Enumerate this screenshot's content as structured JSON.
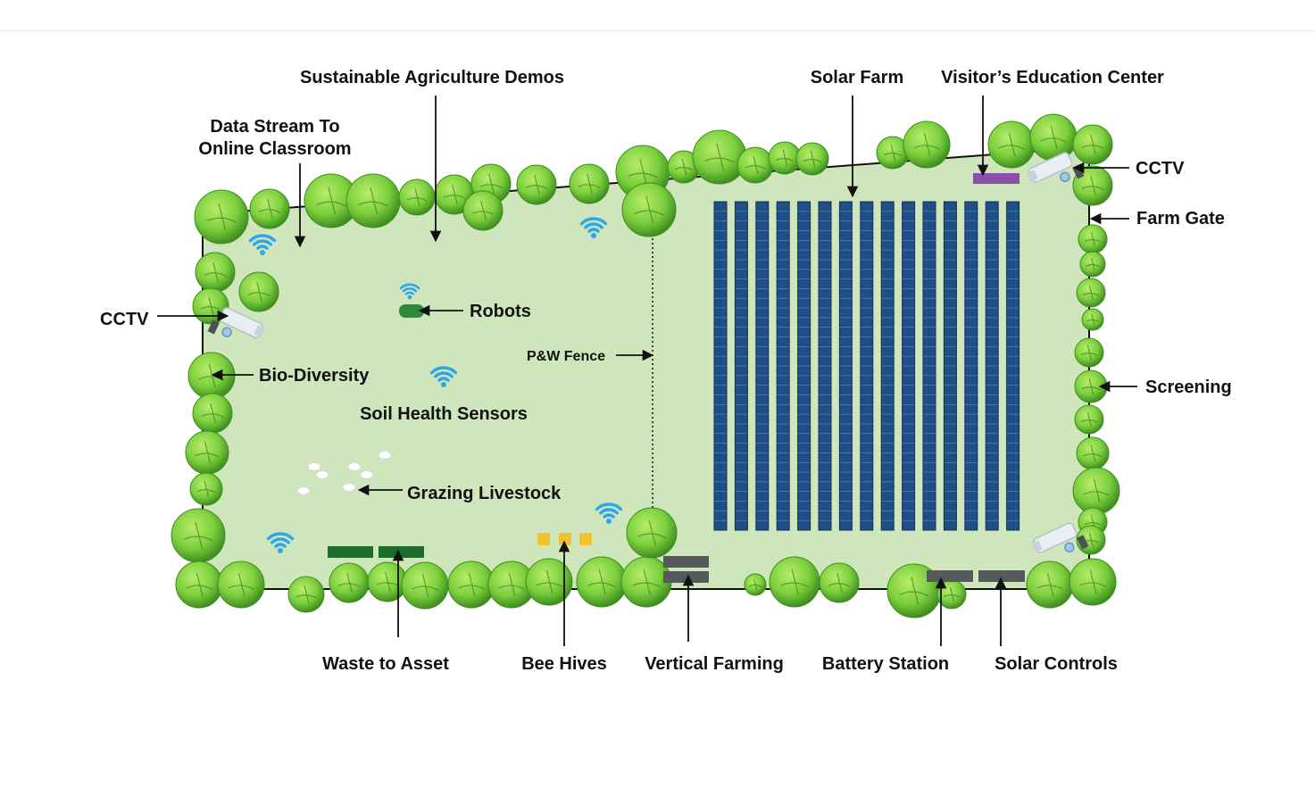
{
  "labels": {
    "sustainable_agriculture_demos": "Sustainable Agriculture Demos",
    "solar_farm": "Solar Farm",
    "visitors_education_center": "Visitor’s Education Center",
    "data_stream_line1": "Data Stream To",
    "data_stream_line2": "Online Classroom",
    "cctv_top_right": "CCTV",
    "farm_gate": "Farm Gate",
    "cctv_left": "CCTV",
    "robots": "Robots",
    "pw_fence": "P&W Fence",
    "bio_diversity": "Bio-Diversity",
    "screening": "Screening",
    "soil_health_sensors": "Soil Health Sensors",
    "grazing_livestock": "Grazing Livestock",
    "waste_to_asset": "Waste to Asset",
    "bee_hives": "Bee Hives",
    "vertical_farming": "Vertical Farming",
    "battery_station": "Battery Station",
    "solar_controls": "Solar Controls"
  },
  "colors": {
    "field": "#cfe6bd",
    "tree_light": "#8fd14f",
    "tree_dark": "#3f8f1f",
    "wifi": "#2ea6e8",
    "solar_panel": "#1f4f86",
    "robot": "#2d8a3a",
    "waste_bin": "#1f6b2a",
    "bee_hive": "#f2c12e",
    "dark_unit": "#55595c",
    "education_center": "#8a4fa8"
  },
  "solar_farm": {
    "panel_columns": 15
  }
}
